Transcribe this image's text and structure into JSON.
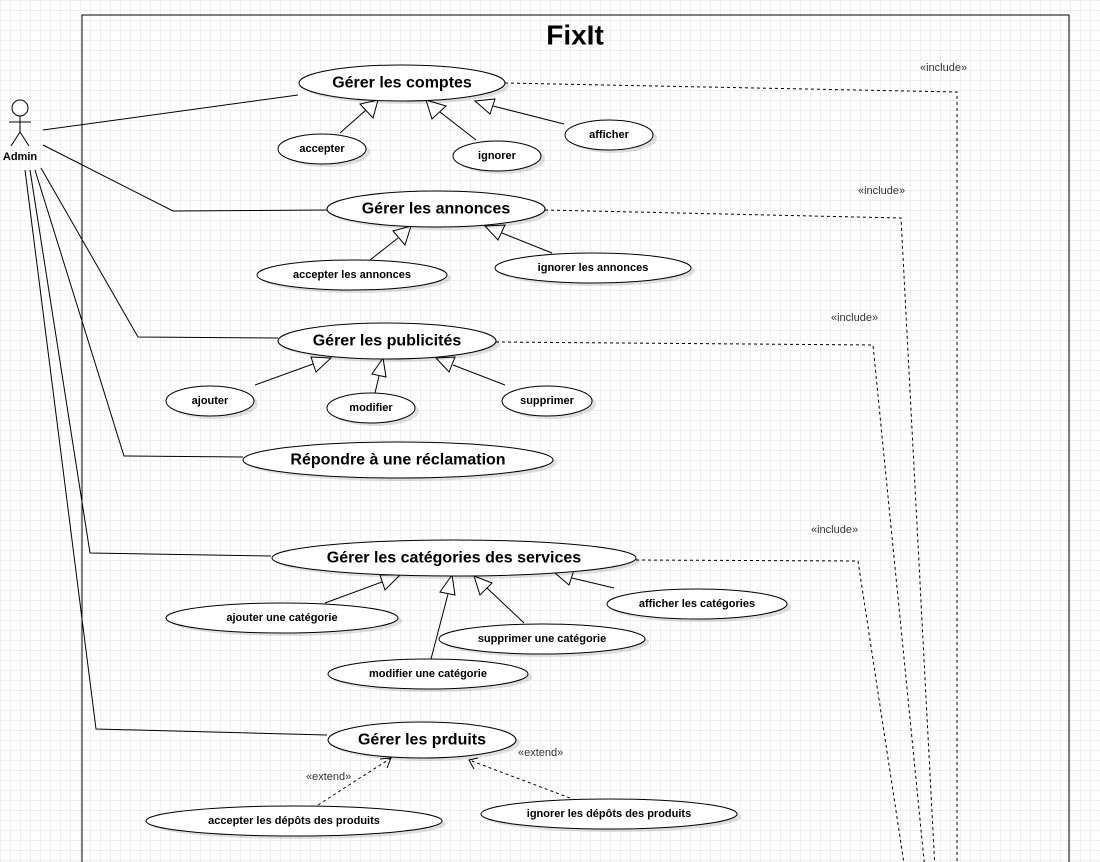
{
  "system": {
    "title": "FixIt"
  },
  "actor": {
    "label": "Admin"
  },
  "stereotypes": {
    "include": "«include»",
    "extend": "«extend»"
  },
  "use_cases": {
    "comptes": {
      "label": "Gérer les comptes",
      "children": [
        "accepter",
        "ignorer",
        "afficher"
      ]
    },
    "annonces": {
      "label": "Gérer les annonces",
      "children": [
        "accepter les annonces",
        "ignorer les annonces"
      ]
    },
    "publicites": {
      "label": "Gérer les publicités",
      "children": [
        "ajouter",
        "modifier",
        "supprimer"
      ]
    },
    "reclamation": {
      "label": "Répondre à une réclamation"
    },
    "categories": {
      "label": "Gérer les catégories des services",
      "children": [
        "ajouter une catégorie",
        "modifier une catégorie",
        "supprimer une catégorie",
        "afficher les catégories"
      ]
    },
    "produits": {
      "label": "Gérer les prduits",
      "children": [
        "accepter les dépôts des produits",
        "ignorer les dépôts des produits"
      ]
    }
  }
}
